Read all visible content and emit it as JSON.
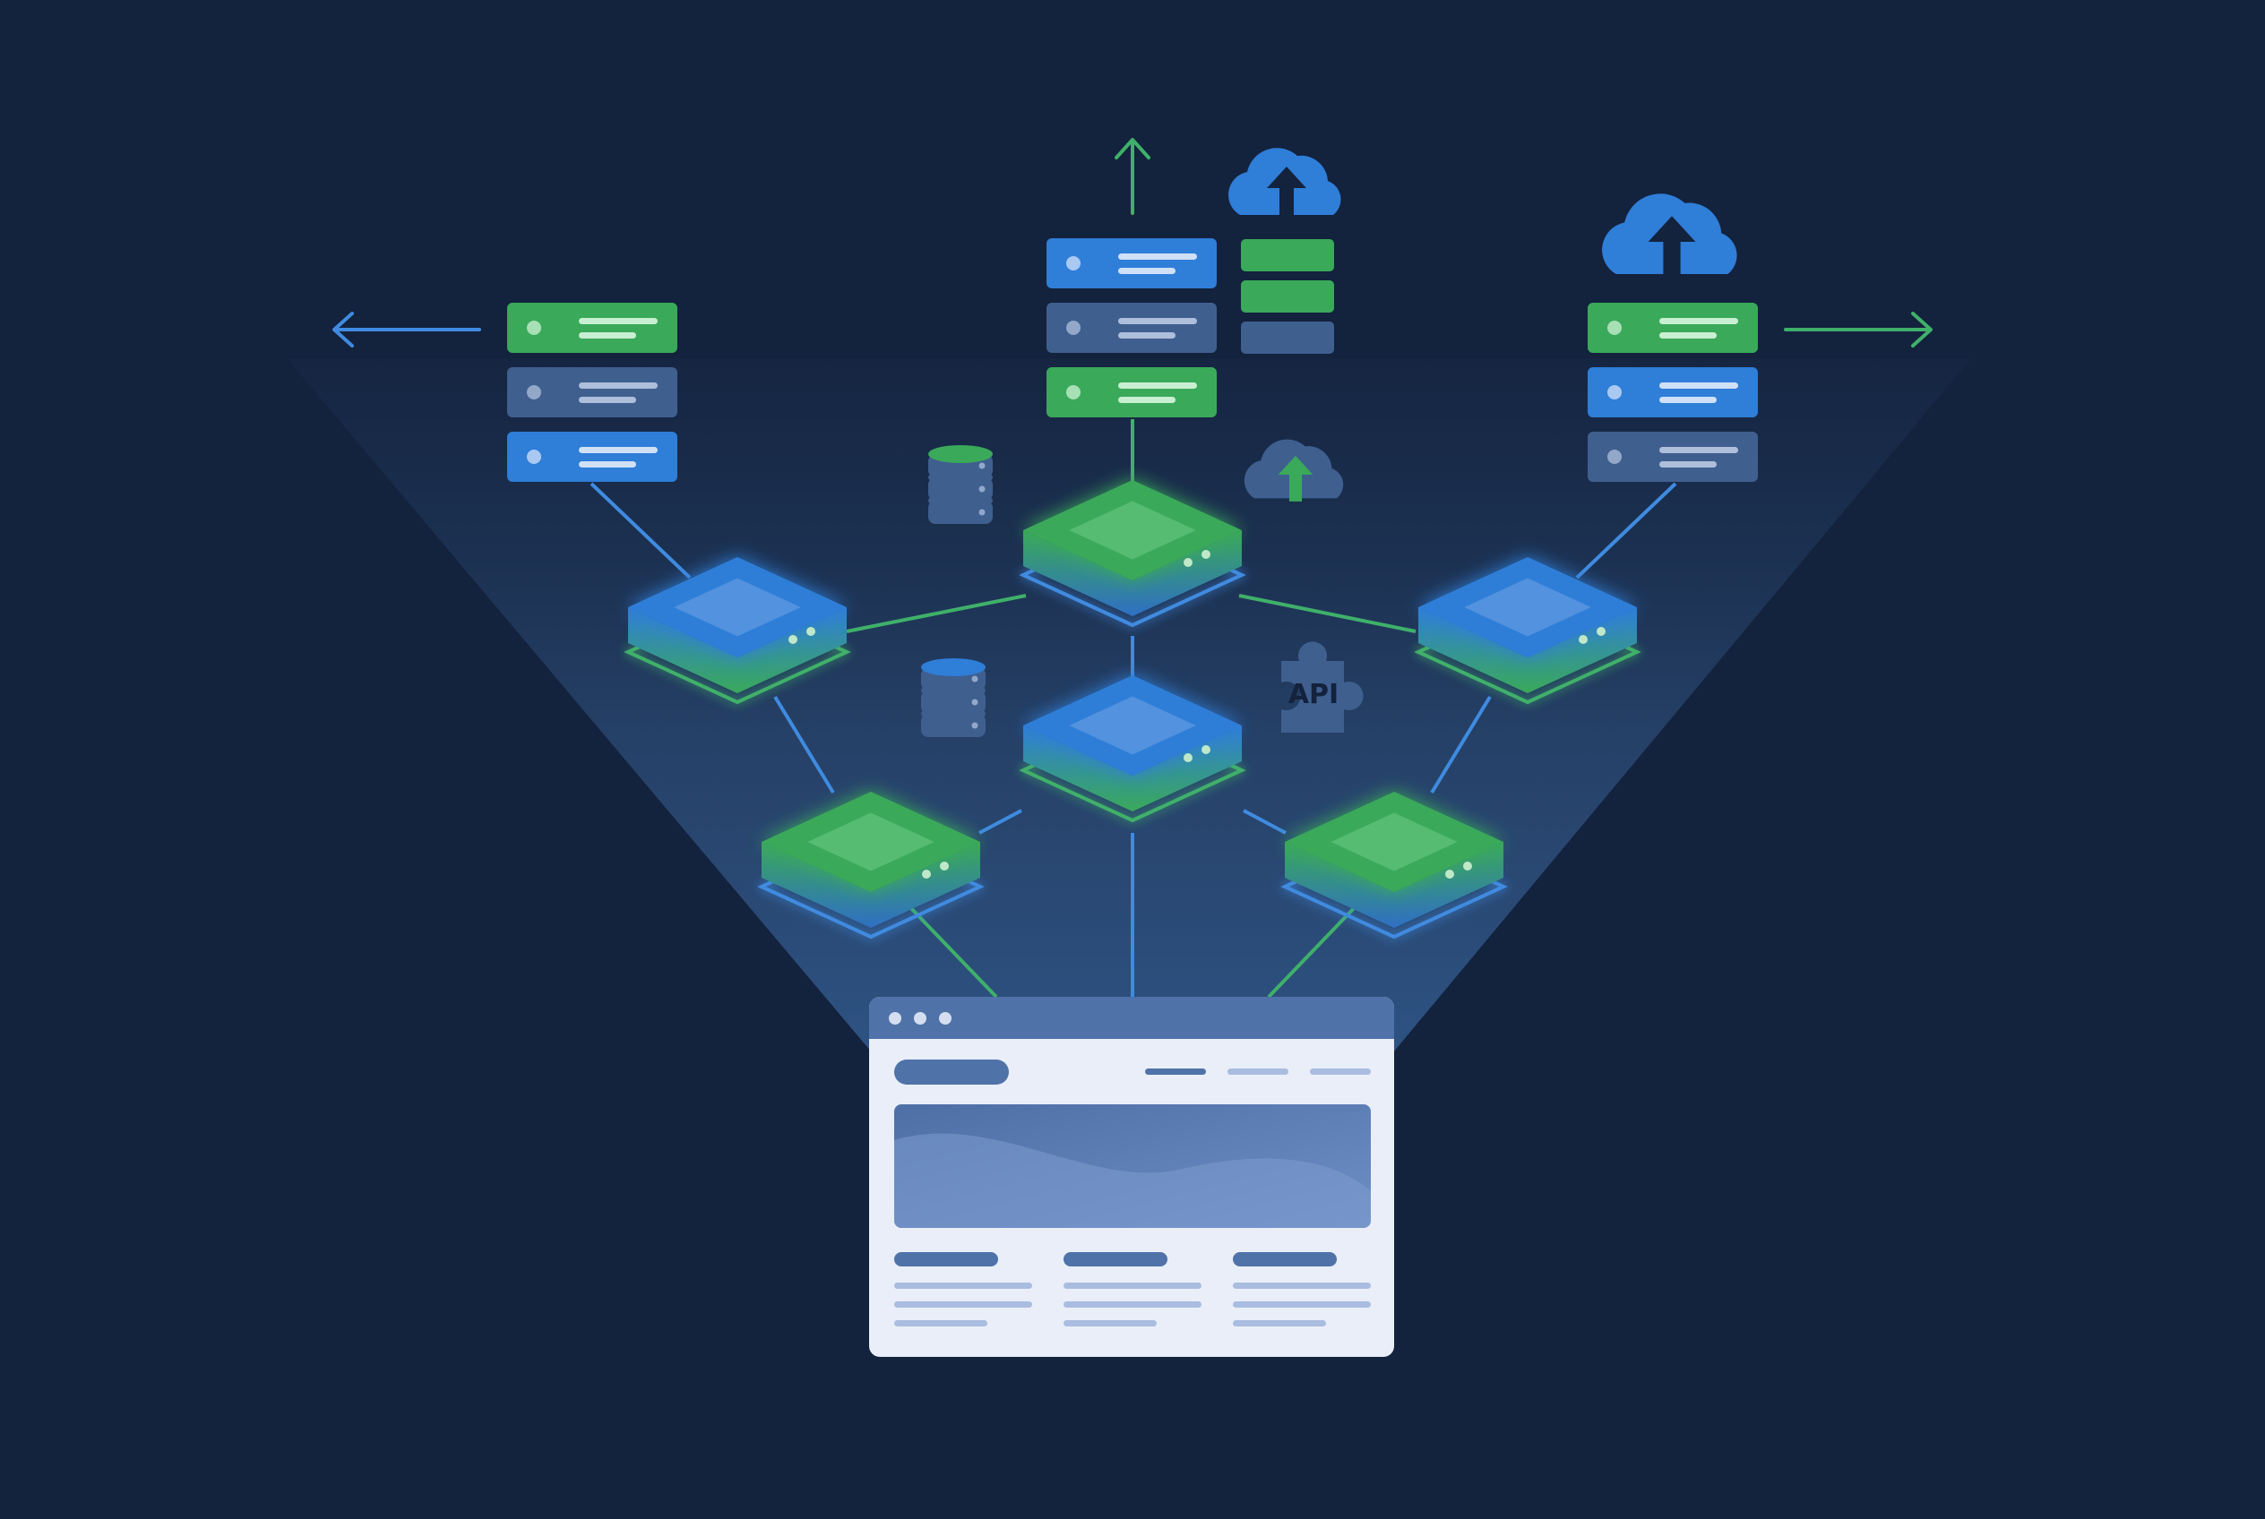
{
  "diagram": {
    "colors": {
      "background": "#13223d",
      "blue": "#2f7ed8",
      "green": "#3aa95a",
      "slate": "#3f5f8f",
      "line_blue": "#3f8be0",
      "line_green": "#3fb06a",
      "browser_chrome": "#4f72a8",
      "browser_body": "#e9eef8"
    },
    "icons": {
      "server_stack": "server-stack-icon",
      "hub_node": "network-hub-icon",
      "cloud_upload": "cloud-upload-icon",
      "database": "database-icon",
      "api_puzzle": "api-puzzle-icon",
      "browser": "browser-window-icon",
      "arrow": "arrow-icon"
    },
    "api_badge_text": "API",
    "server_stacks": [
      {
        "id": "left",
        "bars": [
          "green",
          "slate",
          "blue"
        ]
      },
      {
        "id": "center",
        "bars": [
          "blue",
          "slate",
          "green"
        ]
      },
      {
        "id": "right",
        "bars": [
          "green",
          "blue",
          "slate"
        ]
      }
    ],
    "storage_stack": {
      "bars": [
        "green",
        "green",
        "slate"
      ]
    },
    "hub_nodes": [
      {
        "id": "center-top",
        "top": "green",
        "side": "blue"
      },
      {
        "id": "left-top",
        "top": "blue",
        "side": "green"
      },
      {
        "id": "right-top",
        "top": "blue",
        "side": "green"
      },
      {
        "id": "center-mid",
        "top": "blue",
        "side": "green"
      },
      {
        "id": "left-bottom",
        "top": "green",
        "side": "blue"
      },
      {
        "id": "right-bottom",
        "top": "green",
        "side": "blue"
      }
    ]
  }
}
